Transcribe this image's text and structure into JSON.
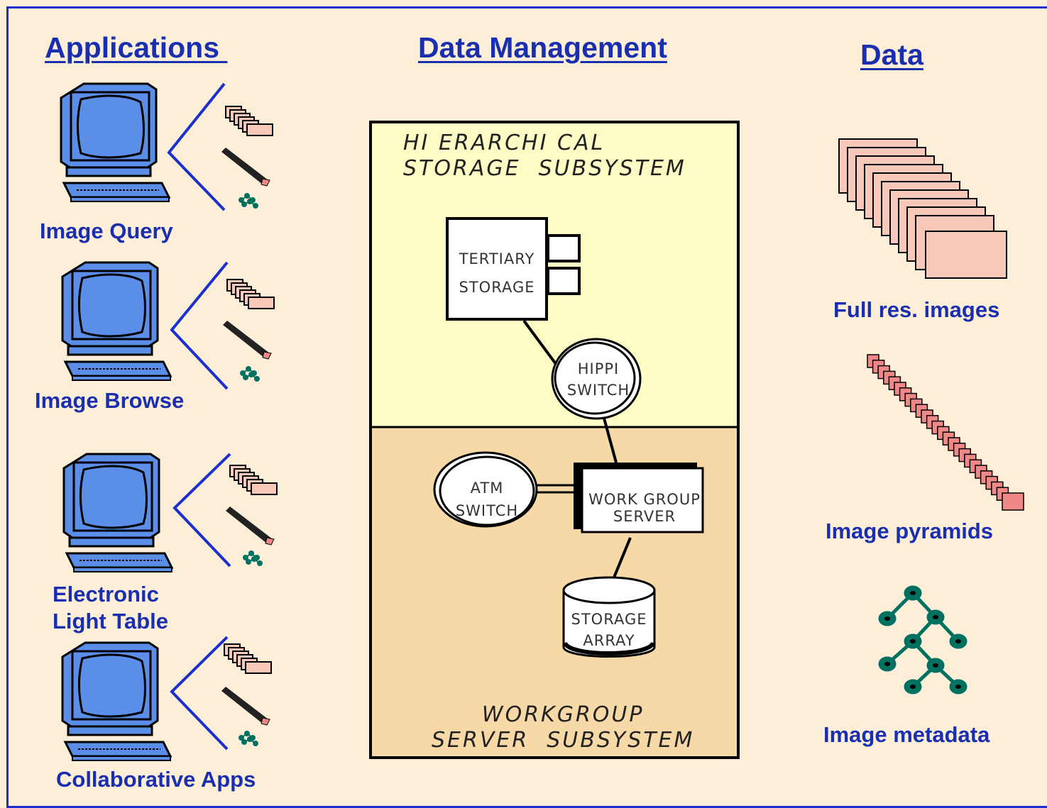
{
  "headings": {
    "applications": "Applications ",
    "data_management": "Data Management",
    "data": "Data"
  },
  "applications": [
    {
      "label": "Image Query"
    },
    {
      "label": "Image Browse"
    },
    {
      "label": "Electronic\nLight Table"
    },
    {
      "label": "Collaborative Apps"
    }
  ],
  "management": {
    "hierarchical_title": "HI ERARCHI CAL\nSTORAGE  SUBSYSTEM",
    "workgroup_title": "WORKGROUP\nSERVER  SUBSYSTEM",
    "tertiary_storage": "TERTIARY\nSTORAGE",
    "hippi_switch": "HIPPI\nSWITCH",
    "atm_switch": "ATM\nSWITCH",
    "work_group_server": "WORK GROUP\nSERVER",
    "storage_array": "STORAGE\nARRAY"
  },
  "data_items": [
    {
      "label": "Full res. images"
    },
    {
      "label": "Image pyramids"
    },
    {
      "label": "Image metadata"
    }
  ],
  "colors": {
    "border": "#1b2fd0",
    "heading": "#1a2fb0",
    "background": "#fdeed8",
    "hierarchical_fill": "#fcfcc4",
    "workgroup_fill": "#f6d9a6",
    "monitor": "#5b8ee6",
    "image_pink": "#f8c8b8",
    "pyramid_pink": "#f08888",
    "metadata_green": "#007060"
  },
  "icons": [
    "computer-icon",
    "image-stack-icon",
    "pyramid-icon",
    "metadata-tree-icon",
    "disk-icon"
  ]
}
